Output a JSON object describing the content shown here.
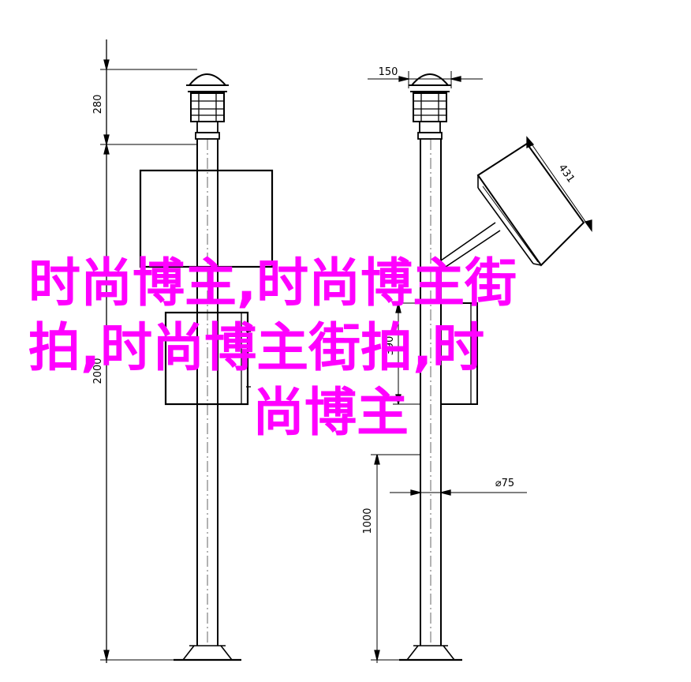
{
  "dimensions": {
    "height_top": "280",
    "height_total": "2000",
    "width_top": "150",
    "panel_length": "431",
    "box_height": "390",
    "pole_diameter": "⌀75",
    "lower_height": "1000"
  },
  "overlay": {
    "line1": "时尚博主,时尚博主街",
    "line2": "拍,时尚博主街拍,时",
    "line3": "尚博主"
  },
  "colors": {
    "line": "#000000",
    "overlay_text": "#ff00ff",
    "background": "#ffffff"
  }
}
